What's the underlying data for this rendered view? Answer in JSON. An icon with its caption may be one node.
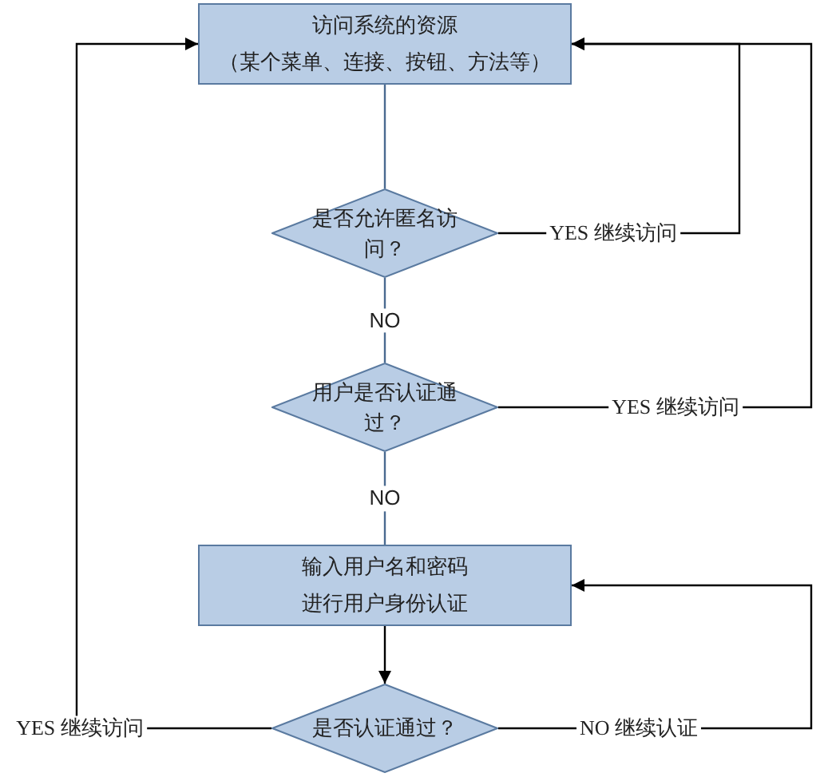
{
  "diagram": {
    "nodes": [
      {
        "text": [
          "访问系统的资源",
          "（某个菜单、连接、按钮、方法等）"
        ]
      },
      {
        "text": [
          "是否允许匿名访问？"
        ]
      },
      {
        "text": [
          "用户是否认证通过？"
        ]
      },
      {
        "text": [
          "输入用户名和密码进行用户身份认证"
        ]
      },
      {
        "text": [
          "是否认证通过？"
        ]
      }
    ],
    "edges": [
      {
        "from": 0,
        "to": 1,
        "arrow": "none",
        "color": "#4a6a90"
      },
      {
        "from": 1,
        "to": 2,
        "arrow": "none",
        "label": "NO",
        "color": "#4a6a90"
      },
      {
        "from": 1,
        "to": 0,
        "arrow": "to",
        "label": "YES 继续访问"
      },
      {
        "from": 2,
        "to": 3,
        "arrow": "none",
        "label": "NO",
        "color": "#4a6a90"
      },
      {
        "from": 2,
        "to": 0,
        "arrow": "to",
        "label": "YES 继续访问"
      },
      {
        "from": 3,
        "to": 4,
        "arrow": "to"
      },
      {
        "from": 4,
        "to": 0,
        "arrow": "to",
        "label": "YES 继续访问"
      },
      {
        "from": 4,
        "to": 3,
        "arrow": "to",
        "label": "NO 继续认证"
      }
    ]
  }
}
